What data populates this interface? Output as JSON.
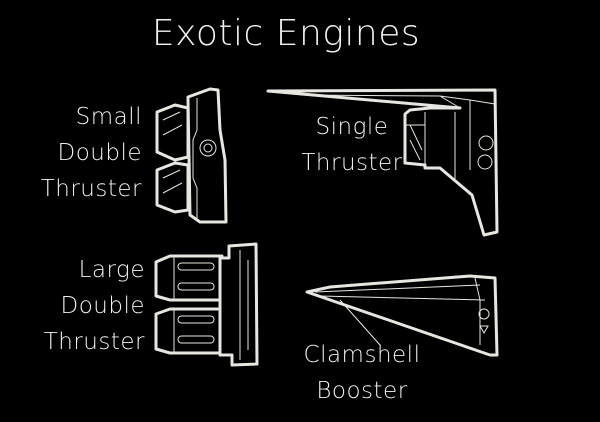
{
  "title": "Exotic Engines",
  "engines": [
    {
      "name": "small-double-thruster",
      "label_lines": [
        "Small",
        "Double",
        "Thruster"
      ]
    },
    {
      "name": "single-thruster",
      "label_lines": [
        "Single",
        "Thruster"
      ]
    },
    {
      "name": "large-double-thruster",
      "label_lines": [
        "Large",
        "Double",
        "Thruster"
      ]
    },
    {
      "name": "clamshell-booster",
      "label_lines": [
        "Clamshell",
        "Booster"
      ]
    }
  ]
}
